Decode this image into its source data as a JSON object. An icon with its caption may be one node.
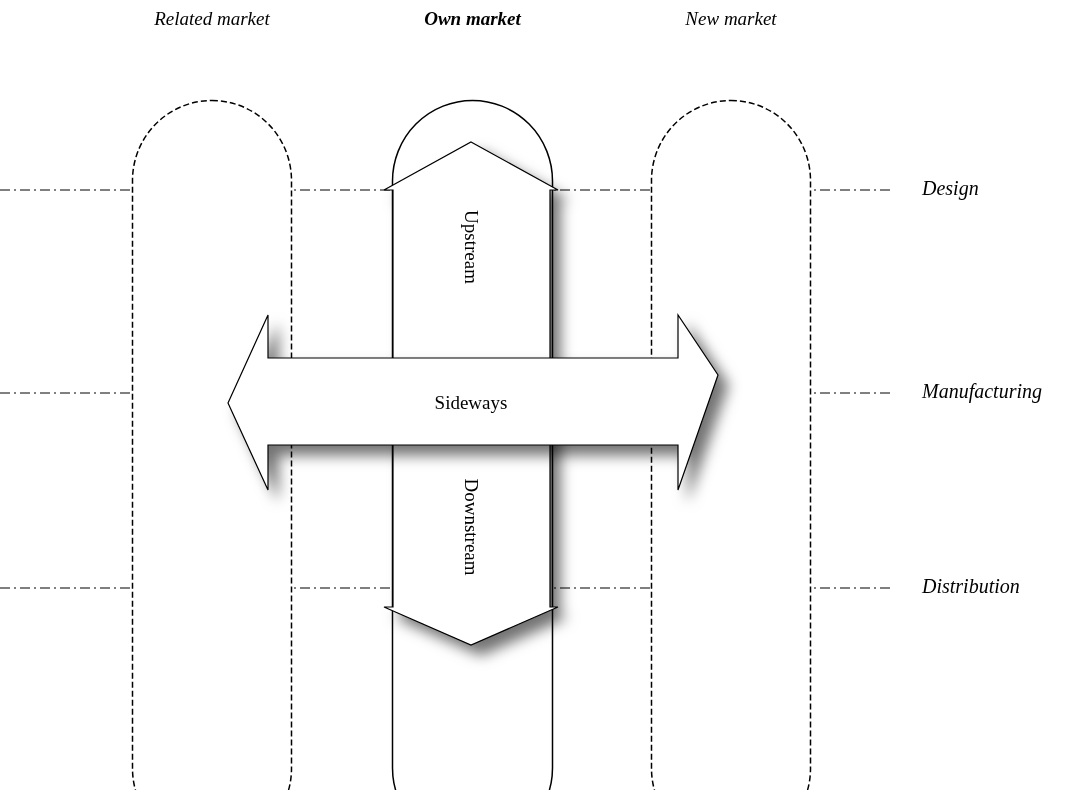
{
  "diagram": {
    "nodes": [
      {
        "text": [
          "Related market"
        ]
      },
      {
        "text": [
          "Own market"
        ]
      },
      {
        "text": [
          "New market"
        ]
      },
      {
        "text": [
          "Upstream",
          "Downstream"
        ]
      },
      {
        "text": [
          "Sideways"
        ]
      }
    ],
    "labels": [
      "Design",
      "Manufacturing",
      "Distribution"
    ]
  }
}
